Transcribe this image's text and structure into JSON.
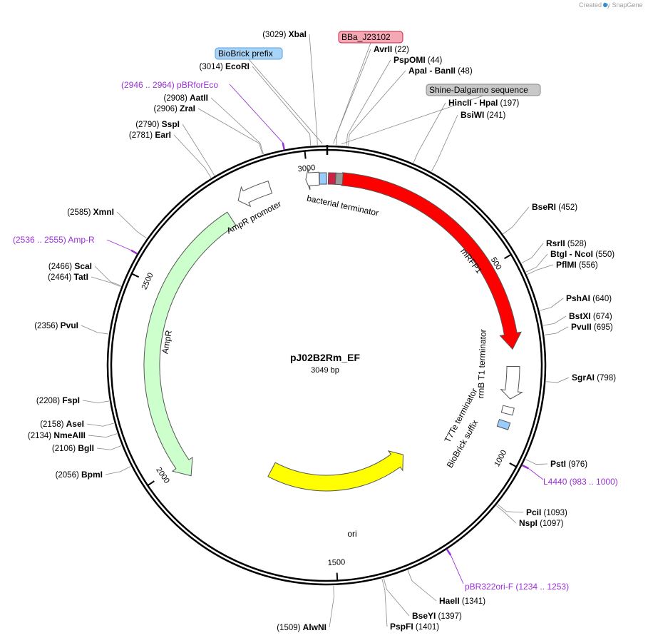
{
  "credit": "Created by SnapGene",
  "plasmid": {
    "name": "pJ02B2Rm_EF",
    "length_label": "3049 bp",
    "length": 3049
  },
  "ticks": [
    {
      "pos": 500,
      "label": "500"
    },
    {
      "pos": 1000,
      "label": "1000"
    },
    {
      "pos": 1500,
      "label": "1500"
    },
    {
      "pos": 2000,
      "label": "2000"
    },
    {
      "pos": 2500,
      "label": "2500"
    },
    {
      "pos": 3000,
      "label": "3000"
    }
  ],
  "features": [
    {
      "name": "mRFP1",
      "start": 40,
      "end": 720,
      "color": "#ff0000",
      "label_color": "#ffffff",
      "lane": "outer",
      "direction": "cw"
    },
    {
      "name": "AmpR",
      "start": 1955,
      "end": 2770,
      "color": "#ccffcc",
      "label_color": "#000000",
      "lane": "inner",
      "direction": "ccw"
    },
    {
      "name": "ori",
      "start": 1180,
      "end": 1760,
      "color": "#ffff00",
      "label_color": "#000000",
      "lane": "inner2",
      "direction": "ccw"
    },
    {
      "name": "AmpR promoter",
      "start": 2810,
      "end": 2900,
      "color": "#ffffff",
      "label_color": "#000000",
      "lane": "outer",
      "direction": "ccw"
    },
    {
      "name": "bacterial terminator",
      "start": 2995,
      "end": 3030,
      "color": "#ffffff",
      "label_color": "#000000",
      "lane": "outer",
      "direction": "ccw"
    },
    {
      "name": "rrnB T1 terminator",
      "start": 765,
      "end": 850,
      "color": "#ffffff",
      "label_color": "#000000",
      "lane": "outer",
      "direction": "cw"
    },
    {
      "name": "T7Te terminator",
      "start": 868,
      "end": 892,
      "color": "#ffffff",
      "label_color": "#000000",
      "lane": "outer",
      "direction": "cw"
    },
    {
      "name": "BioBrick suffix",
      "start": 907,
      "end": 930,
      "color": "#99ccff",
      "label_color": "#000000",
      "lane": "outer",
      "direction": "none"
    },
    {
      "name": "BBa_J23102",
      "start": 3,
      "end": 25,
      "color": "#cc2244",
      "label_color": "#000000",
      "lane": "outer",
      "direction": "cw"
    },
    {
      "name": "Shine-Dalgarno",
      "start": 30,
      "end": 36,
      "color": "#999999",
      "label_color": "#000000",
      "lane": "outer",
      "direction": "none"
    },
    {
      "name": "BioBrick prefix",
      "start": 3031,
      "end": 3049,
      "color": "#99ccff",
      "label_color": "#000000",
      "lane": "outer",
      "direction": "none"
    }
  ],
  "badges": [
    {
      "text": "BBa_J23102",
      "fill": "#f4a8b4",
      "stroke": "#cc2244",
      "pos": 15
    },
    {
      "text": "BioBrick prefix",
      "fill": "#a8d4f8",
      "stroke": "#5a9fd8",
      "pos": 3040
    },
    {
      "text": "Shine-Dalgarno sequence",
      "fill": "#c8c8c8",
      "stroke": "#888888",
      "pos": 33
    }
  ],
  "primers": [
    {
      "name": "pBRforEco",
      "range": "(2946 .. 2964)",
      "pos": 2955,
      "side": "left"
    },
    {
      "name": "Amp-R",
      "range": "(2536 .. 2555)",
      "pos": 2545,
      "side": "left"
    },
    {
      "name": "L4440",
      "range": "(983 .. 1000)",
      "pos": 991,
      "side": "right"
    },
    {
      "name": "pBR322ori-F",
      "range": "(1234 .. 1253)",
      "pos": 1243,
      "side": "right"
    }
  ],
  "sites_right": [
    {
      "name": "AvrII",
      "pos_label": "(22)",
      "pos": 22
    },
    {
      "name": "PspOMI",
      "pos_label": "(44)",
      "pos": 44
    },
    {
      "name": "ApaI - BanII",
      "pos_label": "(48)",
      "pos": 48
    },
    {
      "name": "HincII - HpaI",
      "pos_label": "(197)",
      "pos": 197
    },
    {
      "name": "BsiWI",
      "pos_label": "(241)",
      "pos": 241
    },
    {
      "name": "BseRI",
      "pos_label": "(452)",
      "pos": 452
    },
    {
      "name": "RsrII",
      "pos_label": "(528)",
      "pos": 528
    },
    {
      "name": "BtgI - NcoI",
      "pos_label": "(550)",
      "pos": 550
    },
    {
      "name": "PflMI",
      "pos_label": "(556)",
      "pos": 556
    },
    {
      "name": "PshAI",
      "pos_label": "(640)",
      "pos": 640
    },
    {
      "name": "BstXI",
      "pos_label": "(674)",
      "pos": 674
    },
    {
      "name": "PvuII",
      "pos_label": "(695)",
      "pos": 695
    },
    {
      "name": "SgrAI",
      "pos_label": "(798)",
      "pos": 798
    },
    {
      "name": "PstI",
      "pos_label": "(976)",
      "pos": 976
    },
    {
      "name": "PciI",
      "pos_label": "(1093)",
      "pos": 1093
    },
    {
      "name": "NspI",
      "pos_label": "(1097)",
      "pos": 1097
    },
    {
      "name": "HaeII",
      "pos_label": "(1341)",
      "pos": 1341
    },
    {
      "name": "BseYI",
      "pos_label": "(1397)",
      "pos": 1397
    },
    {
      "name": "PspFI",
      "pos_label": "(1401)",
      "pos": 1401
    }
  ],
  "sites_left": [
    {
      "name": "XbaI",
      "pos_label": "(3029)",
      "pos": 3029
    },
    {
      "name": "EcoRI",
      "pos_label": "(3014)",
      "pos": 3014
    },
    {
      "name": "AatII",
      "pos_label": "(2908)",
      "pos": 2908
    },
    {
      "name": "ZraI",
      "pos_label": "(2906)",
      "pos": 2906
    },
    {
      "name": "SspI",
      "pos_label": "(2790)",
      "pos": 2790
    },
    {
      "name": "EarI",
      "pos_label": "(2781)",
      "pos": 2781
    },
    {
      "name": "XmnI",
      "pos_label": "(2585)",
      "pos": 2585
    },
    {
      "name": "ScaI",
      "pos_label": "(2466)",
      "pos": 2466
    },
    {
      "name": "TatI",
      "pos_label": "(2464)",
      "pos": 2464
    },
    {
      "name": "PvuI",
      "pos_label": "(2356)",
      "pos": 2356
    },
    {
      "name": "FspI",
      "pos_label": "(2208)",
      "pos": 2208
    },
    {
      "name": "AseI",
      "pos_label": "(2158)",
      "pos": 2158
    },
    {
      "name": "NmeAIII",
      "pos_label": "(2134)",
      "pos": 2134
    },
    {
      "name": "BglI",
      "pos_label": "(2106)",
      "pos": 2106
    },
    {
      "name": "BpmI",
      "pos_label": "(2056)",
      "pos": 2056
    },
    {
      "name": "AlwNI",
      "pos_label": "(1509)",
      "pos": 1509
    }
  ]
}
